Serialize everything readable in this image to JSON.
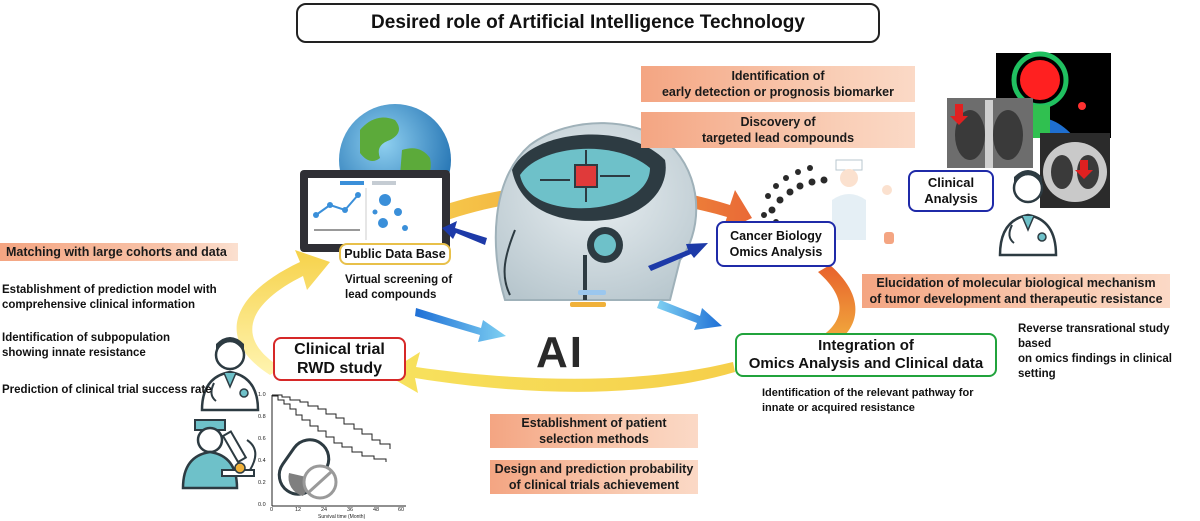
{
  "title": "Desired role of Artificial Intelligence Technology",
  "center": {
    "label": "AI"
  },
  "nodes": {
    "public_data_base": "Public Data Base",
    "cancer_biology": "Cancer Biology\nOmics Analysis",
    "clinical_analysis": "Clinical\nAnalysis",
    "integration": "Integration of\nOmics Analysis and Clinical data",
    "clinical_trial": "Clinical trial\nRWD study"
  },
  "highlights": {
    "biomarker": "Identification of\nearly detection or prognosis biomarker",
    "lead_compounds": "Discovery of\ntargeted lead compounds",
    "mechanism": "Elucidation of molecular biological mechanism\nof tumor development and therapeutic resistance",
    "patient_selection": "Establishment of patient\nselection methods",
    "trial_probability": "Design and prediction probability\nof clinical trials achievement",
    "matching": "Matching with large cohorts and data"
  },
  "notes": {
    "virtual_screening": "Virtual screening of\nlead compounds",
    "prediction_model": "Establishment of prediction model with\ncomprehensive clinical information",
    "subpopulation": "Identification of subpopulation\nshowing innate resistance",
    "success_rate": "Prediction of clinical trial success rate",
    "reverse_study": "Reverse transrational study based\non omics findings in clinical setting",
    "pathway": "Identification of  the relevant pathway for\ninnate or acquired resistance"
  },
  "survival_plot": {
    "xlabel": "Survival time (Month)",
    "x_ticks": [
      "0",
      "12",
      "24",
      "36",
      "48",
      "60"
    ],
    "y_ticks": [
      "0.0",
      "0.2",
      "0.4",
      "0.6",
      "0.8",
      "1.0"
    ]
  },
  "icons": [
    "globe-icon",
    "dashboard-monitor-icon",
    "ai-head-icon",
    "dna-helix-icon",
    "scientist-icon",
    "xray-image-icon",
    "pet-scan-icon",
    "ct-scan-icon",
    "doctor-icon",
    "lab-scientist-icon",
    "pill-icon"
  ],
  "colors": {
    "highlight": "#f4a582",
    "public_data_border": "#e8c04a",
    "cancer_biology_border": "#1f2aa8",
    "clinical_analysis_border": "#1f2aa8",
    "integration_border": "#21a33c",
    "clinical_trial_border": "#d62828",
    "arrow_blue": "#1d3aa8"
  }
}
